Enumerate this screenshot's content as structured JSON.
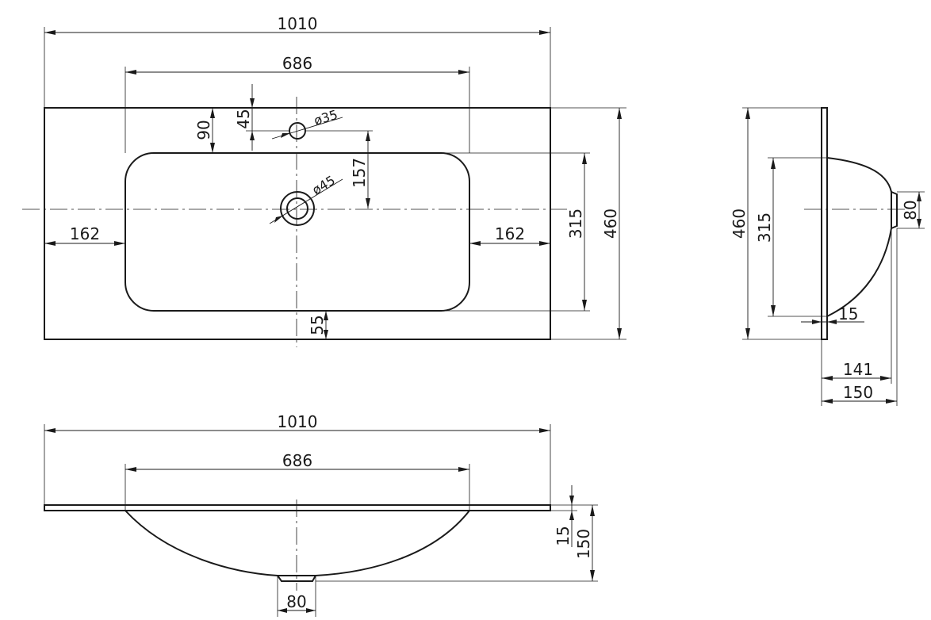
{
  "top_view": {
    "overall_width": "1010",
    "bowl_width": "686",
    "overall_depth": "460",
    "bowl_depth": "315",
    "left_margin": "162",
    "right_margin": "162",
    "front_margin": "55",
    "tap_hole_offset_bowl": "90",
    "tap_hole_offset_edge": "45",
    "tap_to_drain": "157",
    "tap_hole_diameter": "ø35",
    "drain_diameter": "ø45"
  },
  "front_view": {
    "overall_width": "1010",
    "bowl_width": "686",
    "slab_thickness": "15",
    "total_height": "150",
    "drain_width": "80"
  },
  "side_view": {
    "overall_depth": "460",
    "bowl_depth": "315",
    "drain_height": "80",
    "slab_thickness": "15",
    "bowl_projection": "141",
    "total_projection": "150"
  }
}
